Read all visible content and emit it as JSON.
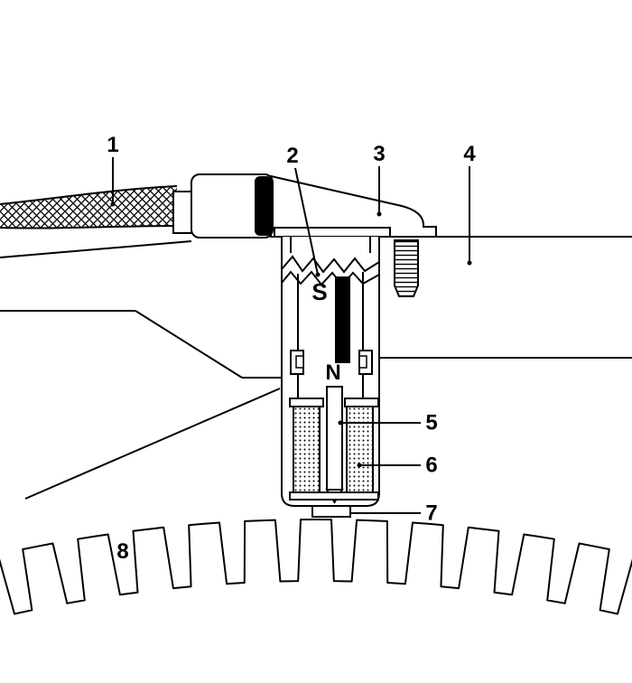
{
  "diagram": {
    "labels": {
      "n1": "1",
      "n2": "2",
      "n3": "3",
      "n4": "4",
      "n5": "5",
      "n6": "6",
      "n7": "7",
      "n8": "8"
    },
    "magnet_poles": {
      "south": "S",
      "north": "N"
    },
    "colors": {
      "line": "#000000",
      "background": "#ffffff"
    }
  }
}
